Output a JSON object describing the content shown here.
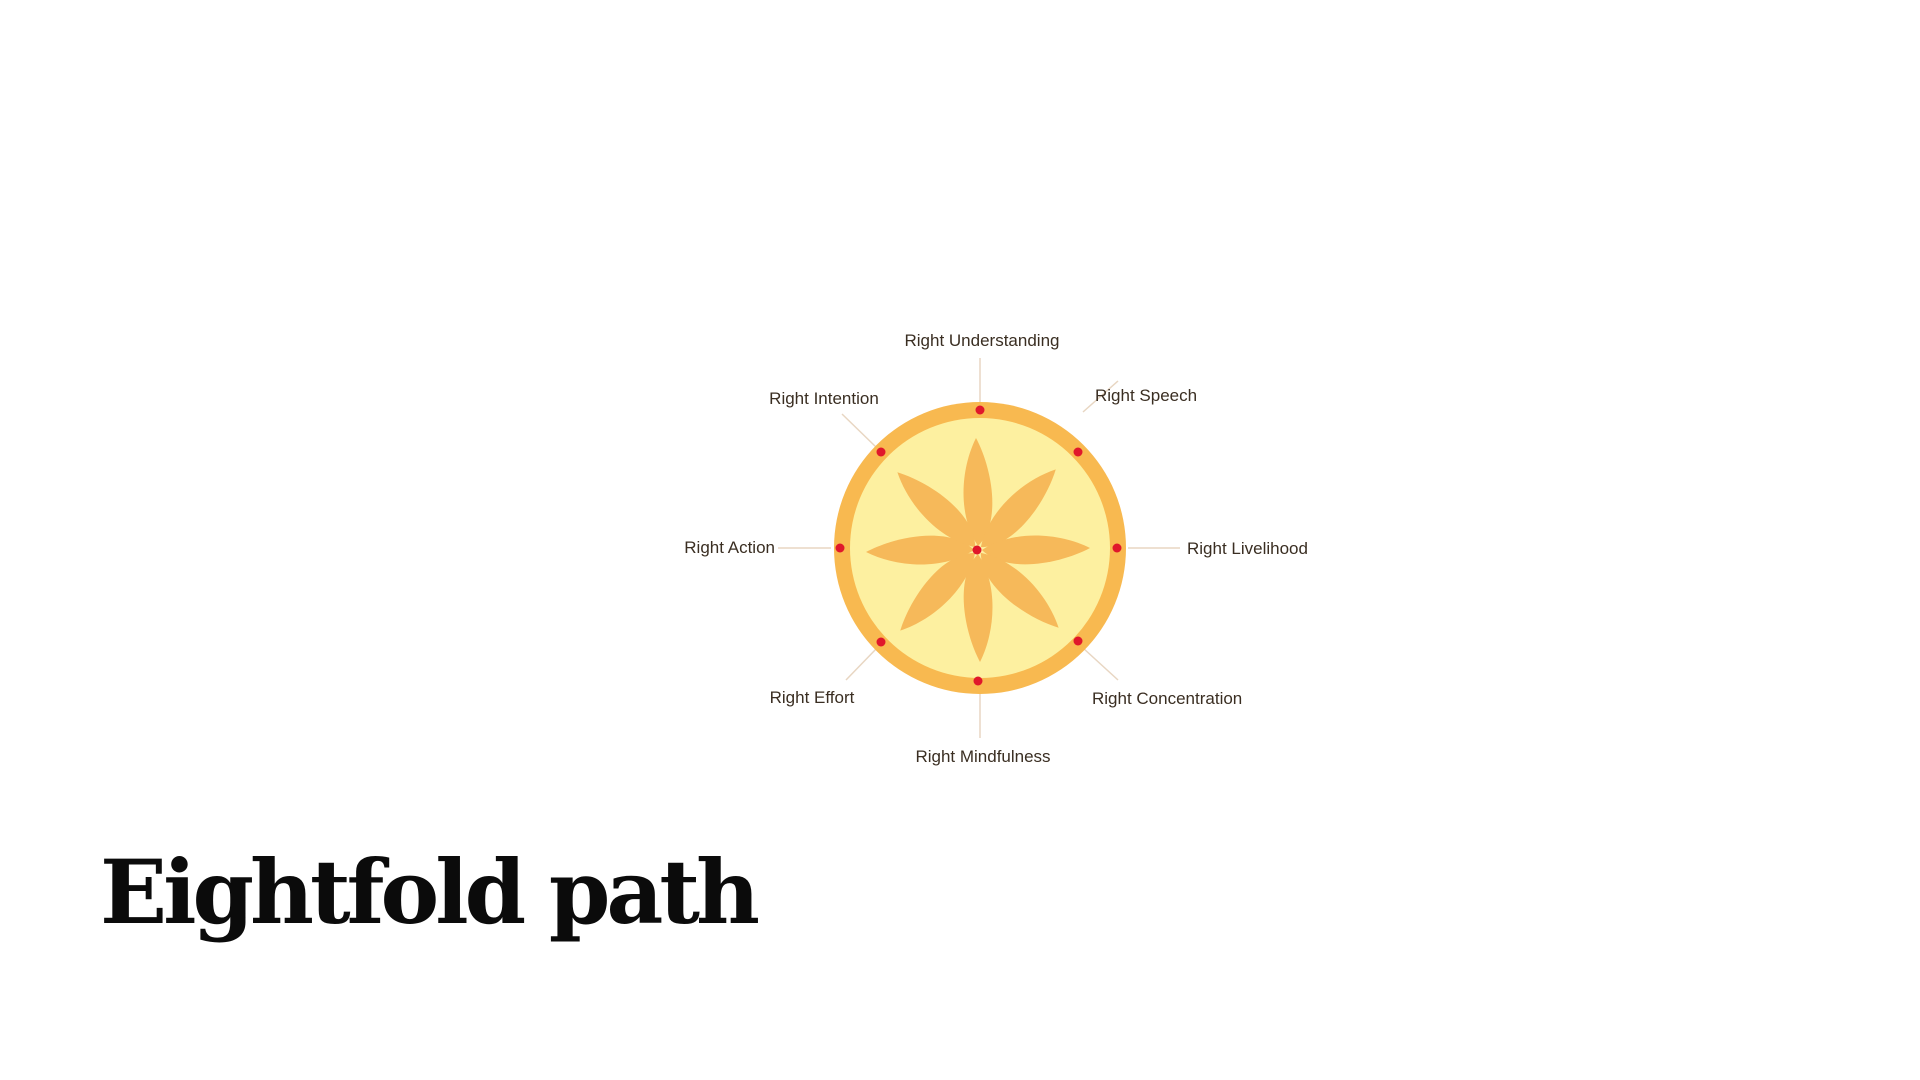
{
  "slide": {
    "title": "Eightfold path"
  },
  "diagram": {
    "spokes": [
      {
        "label": "Right Understanding"
      },
      {
        "label": "Right Speech"
      },
      {
        "label": "Right Livelihood"
      },
      {
        "label": "Right Concentration"
      },
      {
        "label": "Right Mindfulness"
      },
      {
        "label": "Right Effort"
      },
      {
        "label": "Right Action"
      },
      {
        "label": "Right Intention"
      }
    ],
    "colors": {
      "rim": "#f8b950",
      "inner": "#fdf0a0",
      "petal": "#f6b95a",
      "dot": "#e0172b",
      "leader": "#e8d6c2",
      "text": "#3a2e22"
    }
  }
}
